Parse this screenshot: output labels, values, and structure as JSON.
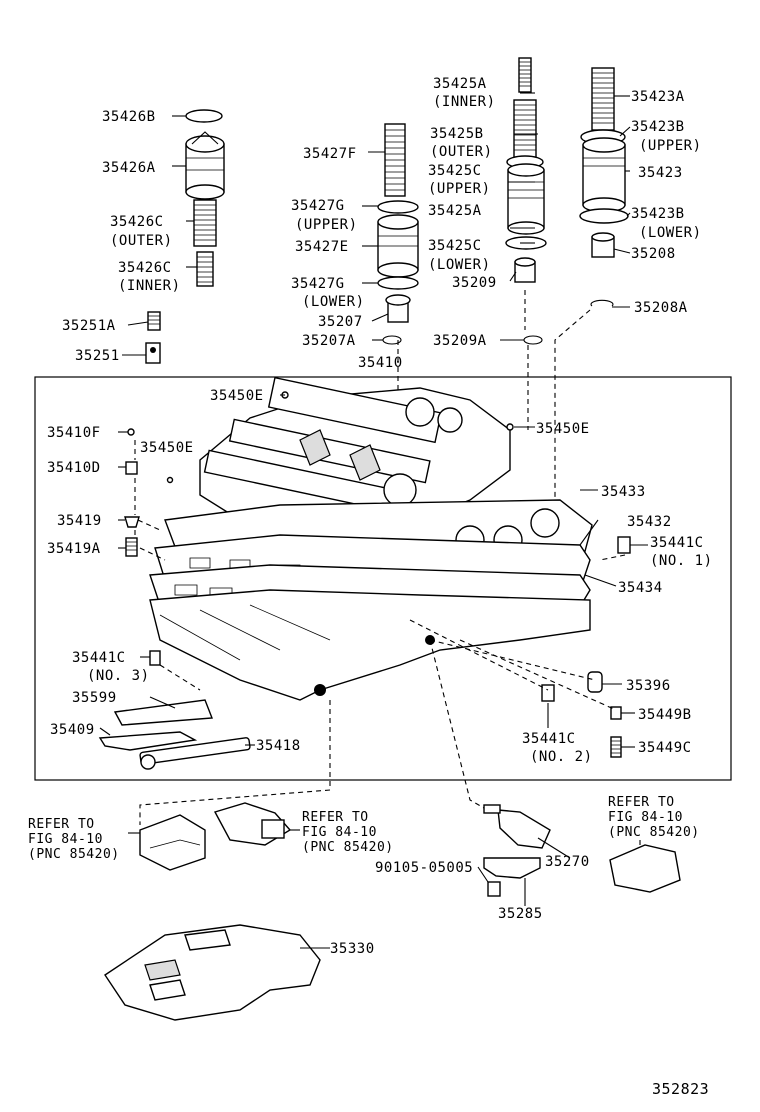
{
  "diagram_id": "352823",
  "labels": {
    "p35425A": "35425A",
    "p35425A_q": "(INNER)",
    "p35423A": "35423A",
    "p35426B": "35426B",
    "p35423B_u": "35423B",
    "p35423B_uq": "(UPPER)",
    "p35425B": "35425B",
    "p35425B_q": "(OUTER)",
    "p35427F": "35427F",
    "p35426A": "35426A",
    "p35425C_u": "35425C",
    "p35425C_uq": "(UPPER)",
    "p35423": "35423",
    "p35427G_u": "35427G",
    "p35427G_uq": "(UPPER)",
    "p35425A_b": "35425A",
    "p35423B_l": "35423B",
    "p35423B_lq": "(LOWER)",
    "p35426C_o": "35426C",
    "p35426C_oq": "(OUTER)",
    "p35427E": "35427E",
    "p35425C_l": "35425C",
    "p35425C_lq": "(LOWER)",
    "p35208": "35208",
    "p35426C_i": "35426C",
    "p35426C_iq": "(INNER)",
    "p35427G_l": "35427G",
    "p35427G_lq": "(LOWER)",
    "p35209": "35209",
    "p35208A": "35208A",
    "p35251A": "35251A",
    "p35207": "35207",
    "p35207A": "35207A",
    "p35209A": "35209A",
    "p35251": "35251",
    "p35410": "35410",
    "p35450E_t": "35450E",
    "p35410F": "35410F",
    "p35450E_r": "35450E",
    "p35450E_l": "35450E",
    "p35410D": "35410D",
    "p35433": "35433",
    "p35419": "35419",
    "p35432": "35432",
    "p35441C_1": "35441C",
    "p35441C_1q": "(NO. 1)",
    "p35419A": "35419A",
    "p35434": "35434",
    "p35441C_3": "35441C",
    "p35441C_3q": "(NO. 3)",
    "p35396": "35396",
    "p35599": "35599",
    "p35449B": "35449B",
    "p35409": "35409",
    "p35418": "35418",
    "p35441C_2": "35441C",
    "p35441C_2q": "(NO. 2)",
    "p35449C": "35449C",
    "ref1_a": "REFER TO",
    "ref1_b": "FIG 84-10",
    "ref1_c": "(PNC 85420)",
    "ref2_a": "REFER TO",
    "ref2_b": "FIG 84-10",
    "ref2_c": "(PNC 85420)",
    "ref3_a": "REFER TO",
    "ref3_b": "FIG 84-10",
    "ref3_c": "(PNC 85420)",
    "p90105": "90105-05005",
    "p35270": "35270",
    "p35285": "35285",
    "p35330": "35330",
    "fig_number": "352823"
  }
}
